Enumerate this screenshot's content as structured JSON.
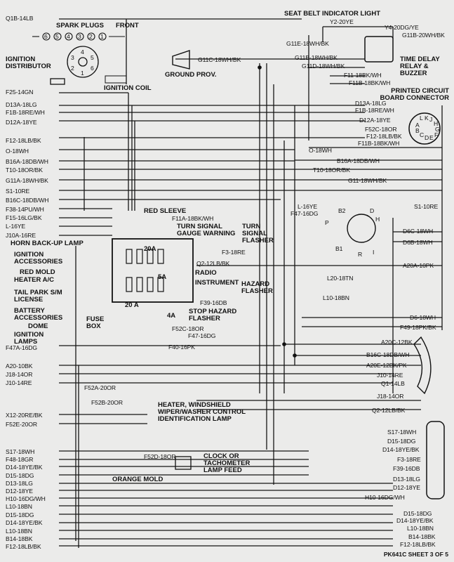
{
  "components": {
    "seat_belt_light": "SEAT BELT INDICATOR LIGHT",
    "spark_plugs": "SPARK PLUGS",
    "front": "FRONT",
    "ignition_distributor": "IGNITION DISTRIBUTOR",
    "ignition_coil": "IGNITION COIL",
    "ground_prov": "GROUND PROV.",
    "time_delay_relay": "TIME DELAY RELAY & BUZZER",
    "pcb_connector": "PRINTED CIRCUIT BOARD CONNECTOR",
    "red_sleeve": "RED SLEEVE",
    "turn_signal_gauge": "TURN SIGNAL GAUGE WARNING",
    "turn_signal_flasher": "TURN SIGNAL FLASHER",
    "horn_backup": "HORN BACK-UP LAMP",
    "ignition_accessories": "IGNITION ACCESSORIES",
    "red_mold": "RED MOLD",
    "heater_ac": "HEATER A/C",
    "tail_park": "TAIL PARK S/M LICENSE",
    "battery_accessories": "BATTERY ACCESSORIES",
    "dome": "DOME",
    "ignition_lamps": "IGNITION LAMPS",
    "fuse_box": "FUSE BOX",
    "radio": "RADIO",
    "instrument": "INSTRUMENT",
    "hazard_flasher": "HAZARD FLASHER",
    "stop_hazard_flasher": "STOP HAZARD FLASHER",
    "heater_windshield": "HEATER, WINDSHIELD WIPER/WASHER CONTROL IDENTIFICATION LAMP",
    "clock_tach": "CLOCK OR TACHOMETER LAMP FEED",
    "orange_mold": "ORANGE MOLD",
    "fuse_20a_top": "20A",
    "fuse_5a": "5A",
    "fuse_20a_bottom": "20 A",
    "fuse_4a": "4A",
    "spark_plug_numbers": [
      "6",
      "5",
      "4",
      "3",
      "2",
      "1"
    ],
    "distributor_numbers": [
      "1",
      "2",
      "3",
      "4",
      "5",
      "6"
    ],
    "switch_pins": [
      "B2",
      "D",
      "P",
      "H",
      "B1",
      "R",
      "I"
    ],
    "pcb_pins": [
      "L",
      "K",
      "J",
      "H",
      "G",
      "F",
      "E",
      "D",
      "C",
      "B",
      "A"
    ]
  },
  "wires_left": [
    "Q1B-14LB",
    "F25-14GN",
    "D13A-18LG",
    "F1B-18RE/WH",
    "D12A-18YE",
    "F12-18LB/BK",
    "O-18WH",
    "B16A-18DB/WH",
    "T10-18OR/BK",
    "G11A-18WH/BK",
    "S1-10RE",
    "B16C-18DB/WH",
    "F38-14PU/WH",
    "F15-16LG/BK",
    "L-16YE",
    "J10A-16RE",
    "F47A-16DG",
    "A20-10BK",
    "J18-14OR",
    "J10-14RE",
    "X12-20RE/BK",
    "F52E-20OR",
    "S17-18WH",
    "F48-18GR",
    "D14-18YE/BK",
    "D15-18DG",
    "D13-18LG",
    "D12-18YE",
    "H10-16DG/WH",
    "L10-18BN",
    "D15-18DG",
    "D14-18YE/BK",
    "L10-18BN",
    "B14-18BK",
    "F12-18LB/BK"
  ],
  "wires_right": [
    "Y2-20YE",
    "Y4-20DG/YE",
    "G11B-20WH/BK",
    "G11E-18WH/BK",
    "G11B-18WH/BK",
    "G11D-18WH/BK",
    "F11-18BK/WH",
    "F11B-18BK/WH",
    "D13A-18LG",
    "F1B-18RE/WH",
    "D12A-18YE",
    "F52C-18OR",
    "F12-18LB/BK",
    "F11B-18BK/WH",
    "O-18WH",
    "B16A-18DB/WH",
    "T10-18OR/BK",
    "G11-18WH/BK",
    "S1-10RE",
    "D6C-18WH",
    "D6B-18WH",
    "A20A-10PK",
    "D6-18WH",
    "F49-18PK/BK",
    "A20C-12BK",
    "B16C-18DB/WH",
    "A20E-12BK/PK",
    "J10-14RE",
    "Q1-14LB",
    "J18-14OR",
    "Q2-12LB/BK",
    "S17-18WH",
    "D15-18DG",
    "D14-18YE/BK",
    "F3-18RE",
    "F39-16DB",
    "D13-18LG",
    "D12-18YE",
    "H10-16DG/WH",
    "D15-18DG",
    "D14-18YE/BK",
    "L10-18BN",
    "B14-18BK",
    "F12-18LB/BK"
  ],
  "wires_center": [
    "G11C-18WH/BK",
    "F11A-18BK/WH",
    "Q2-12LB/BK",
    "F3-18RE",
    "F39-16DB",
    "F52C-18OR",
    "F47-16DG",
    "F40-16PK",
    "L-16YE",
    "F47-16DG",
    "L20-18TN",
    "L10-18BN",
    "F52A-20OR",
    "F52B-20OR",
    "F52D-18OR"
  ],
  "footer": "PK641C SHEET 3 OF 5"
}
